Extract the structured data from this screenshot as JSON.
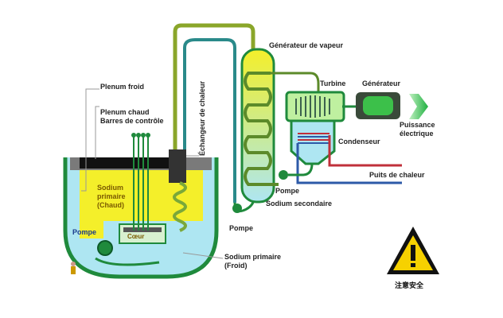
{
  "labels": {
    "plenum_froid": "Plenum froid",
    "plenum_chaud": "Plenum chaud",
    "barres": "Barres de contrôle",
    "sodium_primaire_chaud": [
      "Sodium",
      "primaire",
      "(Chaud)"
    ],
    "pompe_primaire": "Pompe",
    "coeur": "Cœur",
    "echangeur": "Échangeur de chaleur",
    "generateur_vapeur": "Générateur de vapeur",
    "turbine": "Turbine",
    "generateur": "Générateur",
    "puissance": [
      "Puissance",
      "électrique"
    ],
    "condenseur": "Condenseur",
    "puits": "Puits de chaleur",
    "pompe_secondaire": "Pompe",
    "sodium_secondaire": "Sodium secondaire",
    "pompe_bas": "Pompe",
    "sodium_primaire_froid": [
      "Sodium primaire",
      "(Froid)"
    ]
  },
  "warning": {
    "text": "注意安全"
  },
  "colors": {
    "green": "#1f8a3c",
    "yellow": "#f4ef2a",
    "lightblue": "#aee6f2",
    "red": "#c0303a",
    "blue": "#2d5aa8"
  }
}
